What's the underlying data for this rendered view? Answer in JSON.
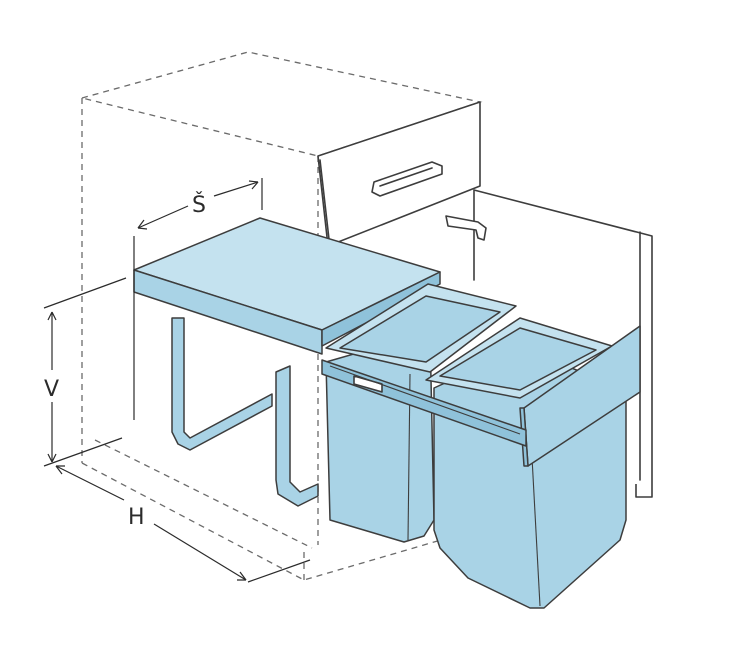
{
  "colors": {
    "bin_fill": "#a9d3e6",
    "bin_fill_dark": "#8fc2da",
    "bin_fill_light": "#c4e2ef",
    "outline": "#3d3d3d"
  },
  "dimensions": {
    "width_label": "Š",
    "height_label": "V",
    "depth_label": "H"
  }
}
